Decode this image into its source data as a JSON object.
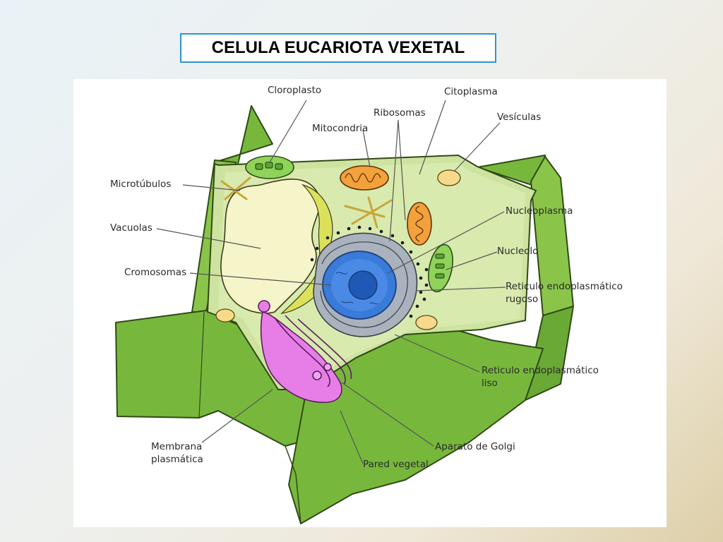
{
  "slide": {
    "title": "CELULA EUCARIOTA VEXETAL"
  },
  "diagram": {
    "labels": {
      "cloroplasto": "Cloroplasto",
      "citoplasma": "Citoplasma",
      "ribosomas": "Ribosomas",
      "vesiculas": "Vesículas",
      "mitocondria": "Mitocondria",
      "microtubulos": "Microtúbulos",
      "vacuolas": "Vacuolas",
      "nucleoplasma": "Nucleoplasma",
      "nucleolo": "Nucleolo",
      "cromosomas": "Cromosomas",
      "rer_line1": "Reticulo endoplasmático",
      "rer_line2": "rugoso",
      "rel_line1": "Reticulo endoplasmático",
      "rel_line2": "liso",
      "membrana_line1": "Membrana",
      "membrana_line2": "plasmática",
      "golgi": "Aparato de Golgi",
      "pared": "Pared vegetal"
    }
  }
}
